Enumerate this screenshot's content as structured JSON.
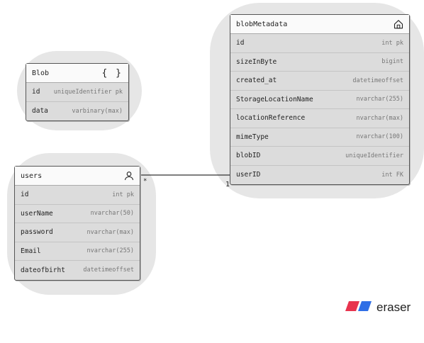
{
  "entities": {
    "blob": {
      "title": "Blob",
      "icon": "braces-icon",
      "fields": [
        {
          "name": "id",
          "type": "uniqueIdentifier pk"
        },
        {
          "name": "data",
          "type": "varbinary(max)"
        }
      ]
    },
    "users": {
      "title": "users",
      "icon": "user-icon",
      "fields": [
        {
          "name": "id",
          "type": "int pk"
        },
        {
          "name": "userName",
          "type": "nvarchar(50)"
        },
        {
          "name": "password",
          "type": "nvarchar(max)"
        },
        {
          "name": "Email",
          "type": "nvarchar(255)"
        },
        {
          "name": "dateofbirht",
          "type": "datetimeoffset"
        }
      ]
    },
    "blobMetadata": {
      "title": "blobMetadata",
      "icon": "home-icon",
      "fields": [
        {
          "name": "id",
          "type": "int pk"
        },
        {
          "name": "sizeInByte",
          "type": "bigint"
        },
        {
          "name": "created_at",
          "type": "datetimeoffset"
        },
        {
          "name": "StorageLocationName",
          "type": "nvarchar(255)"
        },
        {
          "name": "locationReference",
          "type": "nvarchar(max)"
        },
        {
          "name": "mimeType",
          "type": "nvarchar(100)"
        },
        {
          "name": "blobID",
          "type": "uniqueIdentifier"
        },
        {
          "name": "userID",
          "type": "int FK"
        }
      ]
    }
  },
  "relationship": {
    "from": "users.id",
    "to": "blobMetadata.userID",
    "cardinality_from": "*",
    "cardinality_to": "1"
  },
  "brand": {
    "name": "eraser",
    "colors": [
      "#e8344e",
      "#2f6fe6"
    ]
  }
}
